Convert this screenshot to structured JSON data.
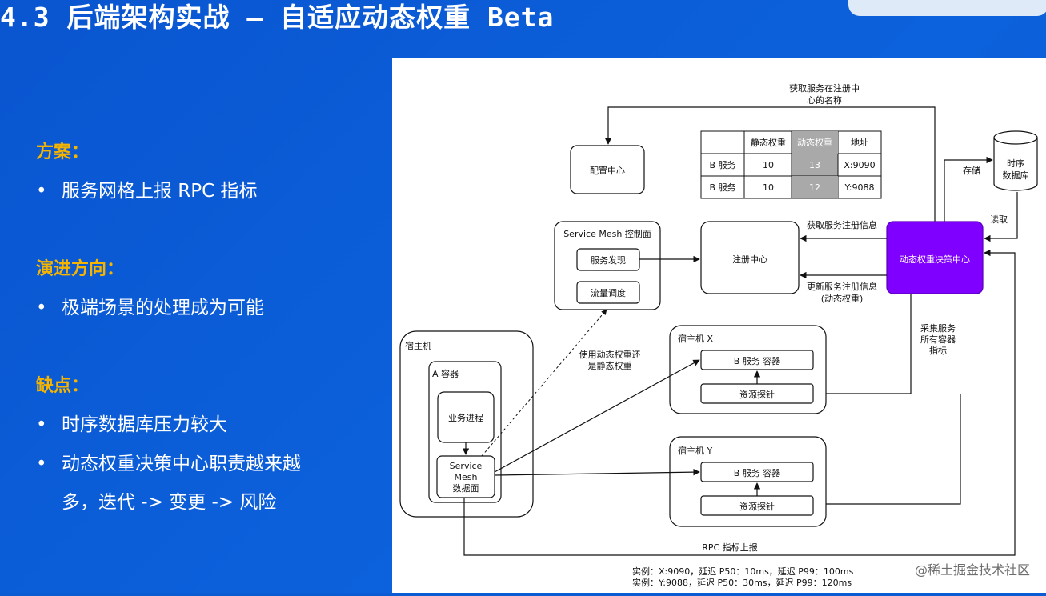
{
  "title": "4.3 后端架构实战 – 自适应动态权重 Beta",
  "left": {
    "plan_heading": "方案：",
    "plan_items": [
      "服务网格上报 RPC 指标"
    ],
    "evolve_heading": "演进方向：",
    "evolve_items": [
      "极端场景的处理成为可能"
    ],
    "cons_heading": "缺点：",
    "cons_items": [
      "时序数据库压力较大",
      "动态权重决策中心职责越来越"
    ],
    "cons_item2_cont": "多，迭代 -> 变更 -> 风险"
  },
  "diagram": {
    "top_label_1": "获取服务在注册中",
    "top_label_2": "心的名称",
    "config_center": "配置中心",
    "table": {
      "headers": [
        "",
        "静态权重",
        "动态权重",
        "地址"
      ],
      "rows": [
        [
          "B 服务",
          "10",
          "13",
          "X:9090"
        ],
        [
          "B 服务",
          "10",
          "12",
          "Y:9088"
        ]
      ]
    },
    "store_label": "存储",
    "tsdb_1": "时序",
    "tsdb_2": "数据库",
    "read_label": "读取",
    "mesh_control": "Service Mesh 控制面",
    "service_discovery": "服务发现",
    "traffic_dispatch": "流量调度",
    "registry": "注册中心",
    "get_reg_info": "获取服务注册信息",
    "update_reg_info_1": "更新服务注册信息",
    "update_reg_info_2": "(动态权重)",
    "decision_center": "动态权重决策中心",
    "collect_1": "采集服务",
    "collect_2": "所有容器",
    "collect_3": "指标",
    "host_a": "宿主机",
    "container_a": "A 容器",
    "biz_process": "业务进程",
    "mesh_data_1": "Service",
    "mesh_data_2": "Mesh",
    "mesh_data_3": "数据面",
    "use_weight_1": "使用动态权重还",
    "use_weight_2": "是静态权重",
    "host_x": "宿主机 X",
    "host_y": "宿主机 Y",
    "b_container": "B 服务 容器",
    "resource_probe": "资源探针",
    "rpc_report": "RPC 指标上报",
    "instance_1": "实例：X:9090，延迟 P50：10ms，延迟 P99：100ms",
    "instance_2": "实例：Y:9088，延迟 P50：30ms，延迟 P99：120ms"
  },
  "watermark": "@稀土掘金技术社区",
  "colors": {
    "background": "#0b5bd3",
    "heading": "#f5b400",
    "decision_center": "#7f00ff",
    "dynamic_column": "#a9a9a9"
  }
}
